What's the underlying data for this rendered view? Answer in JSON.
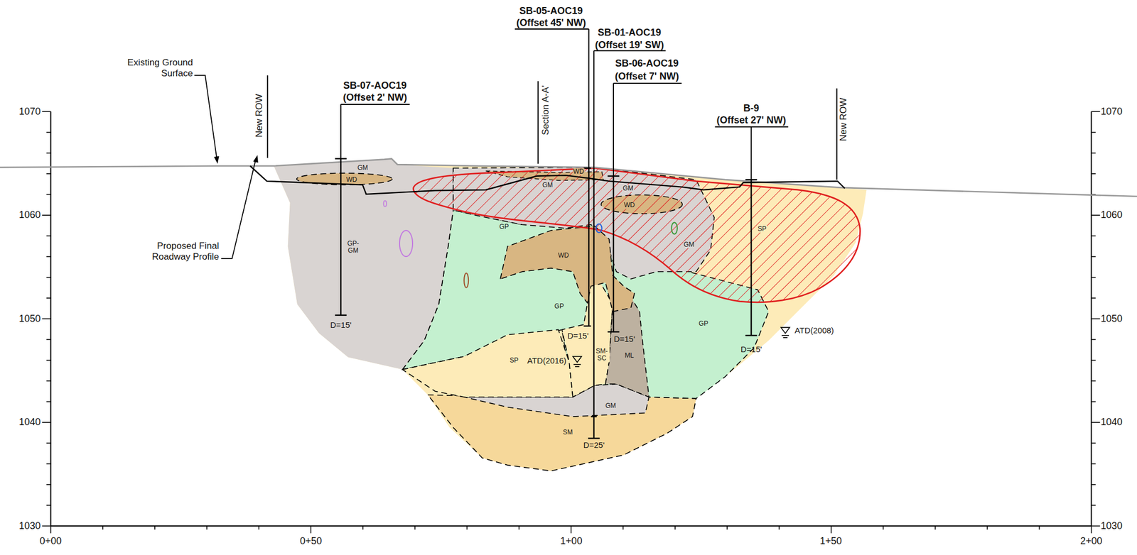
{
  "diagram": {
    "nodes": [
      {
        "text": [
          "GM"
        ]
      },
      {
        "text": [
          "WD"
        ]
      },
      {
        "text": [
          "GP- GM"
        ]
      },
      {
        "text": [
          "GP"
        ]
      },
      {
        "text": [
          "WD"
        ]
      },
      {
        "text": [
          "GM"
        ]
      },
      {
        "text": [
          "GM"
        ]
      },
      {
        "text": [
          "WD"
        ]
      },
      {
        "text": [
          "WD"
        ]
      },
      {
        "text": [
          "GM"
        ]
      },
      {
        "text": [
          "SP"
        ]
      },
      {
        "text": [
          "GP"
        ]
      },
      {
        "text": [
          "GP"
        ]
      },
      {
        "text": [
          "SP"
        ]
      },
      {
        "text": [
          "SM- SC"
        ]
      },
      {
        "text": [
          "ML"
        ]
      },
      {
        "text": [
          "GM"
        ]
      },
      {
        "text": [
          "SM"
        ]
      }
    ],
    "labels": [
      "Existing Ground Surface",
      "Proposed Final Roadway Profile",
      "New ROW",
      "Section A-A'",
      "New ROW",
      "SB-05-AOC19",
      "(Offset 45' NW)",
      "SB-01-AOC19",
      "(Offset 19' SW)",
      "SB-06-AOC19",
      "(Offset 7' NW)",
      "SB-07-AOC19",
      "(Offset 2' NW)",
      "B-9",
      "(Offset 27' NW)",
      "D=15'",
      "D=15'",
      "D=15'",
      "D=15'",
      "D=25'",
      "ATD(2016)",
      "ATD(2008)",
      "1070",
      "1060",
      "1050",
      "1040",
      "1030",
      "1070",
      "1060",
      "1050",
      "1040",
      "1030",
      "0+00",
      "0+50",
      "1+00",
      "1+50",
      "2+00"
    ]
  }
}
